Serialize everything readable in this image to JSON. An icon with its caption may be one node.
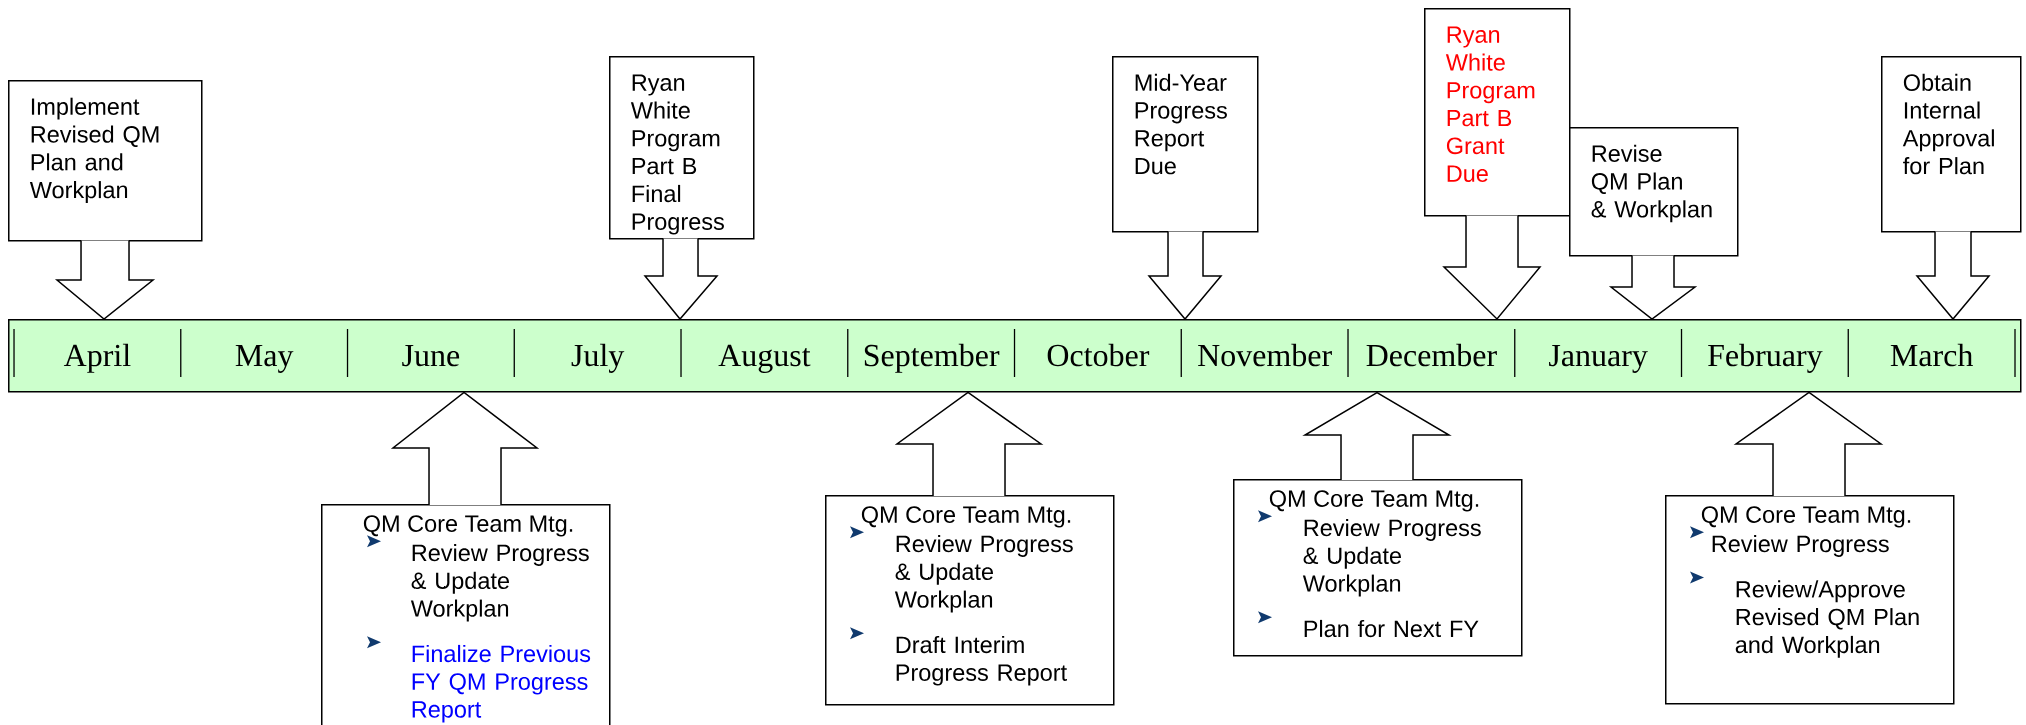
{
  "diagram": {
    "nodes": [
      {
        "text": [
          "Implement Revised QM Plan and Workplan"
        ]
      },
      {
        "text": [
          "Ryan White Program Part B Final Progress"
        ]
      },
      {
        "text": [
          "Mid-Year Progress Report Due"
        ]
      },
      {
        "text": [
          "Ryan White Program Part B Grant Due"
        ]
      },
      {
        "text": [
          "Revise QM Plan & Workplan"
        ]
      },
      {
        "text": [
          "Obtain Internal Approval for Plan"
        ]
      },
      {
        "text": [
          "April",
          "May",
          "June",
          "July",
          "August",
          "September",
          "October",
          "November",
          "December",
          "January",
          "February",
          "March"
        ]
      },
      {
        "text": [
          "QM Core Team Mtg.",
          "Review Progress & Update Workplan",
          "Finalize Previous FY QM Progress Report"
        ]
      },
      {
        "text": [
          "QM Core Team Mtg.",
          "Review Progress & Update Workplan",
          "Draft Interim Progress Report"
        ]
      },
      {
        "text": [
          "QM Core Team Mtg.",
          "Review Progress & Update Workplan",
          "Plan for Next FY"
        ]
      },
      {
        "text": [
          "QM Core Team Mtg.",
          "Review Progress",
          "Review/Approve Revised QM Plan and Workplan"
        ]
      }
    ],
    "edges": [
      {
        "from": 0,
        "to": 6,
        "arrow": "to"
      },
      {
        "from": 1,
        "to": 6,
        "arrow": "to"
      },
      {
        "from": 2,
        "to": 6,
        "arrow": "to"
      },
      {
        "from": 3,
        "to": 6,
        "arrow": "to"
      },
      {
        "from": 4,
        "to": 6,
        "arrow": "to"
      },
      {
        "from": 5,
        "to": 6,
        "arrow": "to"
      },
      {
        "from": 7,
        "to": 6,
        "arrow": "to"
      },
      {
        "from": 8,
        "to": 6,
        "arrow": "to"
      },
      {
        "from": 9,
        "to": 6,
        "arrow": "to"
      },
      {
        "from": 10,
        "to": 6,
        "arrow": "to"
      }
    ]
  }
}
